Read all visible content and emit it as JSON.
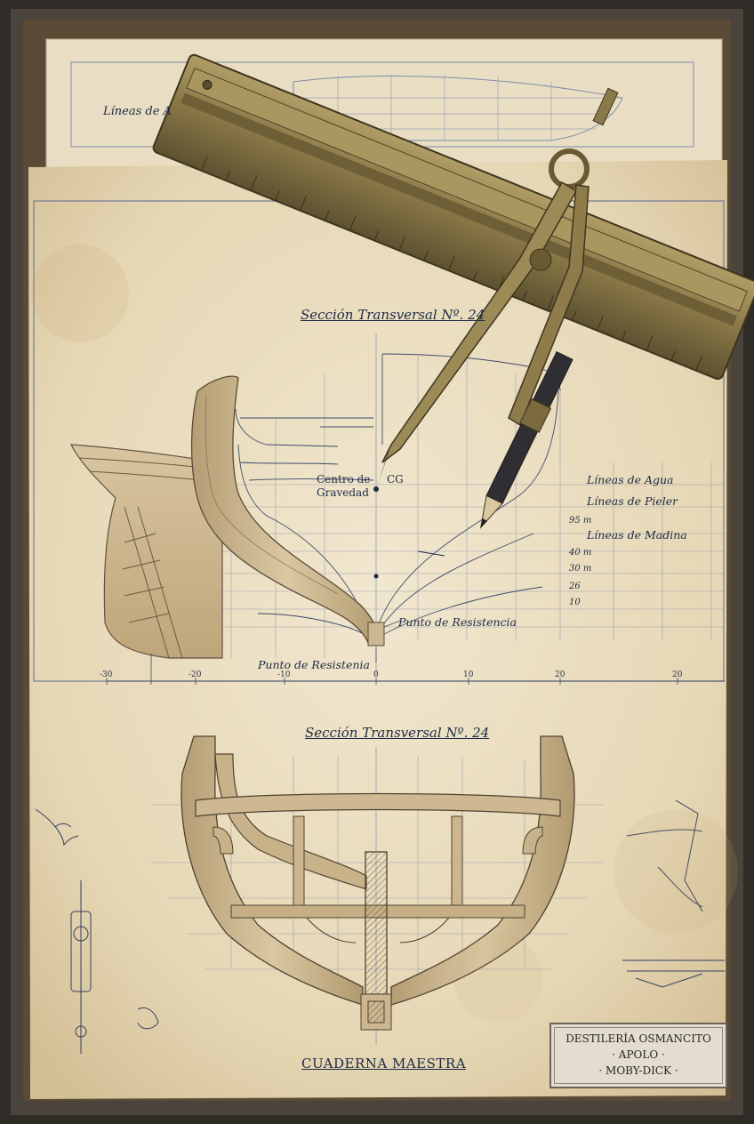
{
  "sheet_title": "Líneas de A",
  "top_section_title": "Sección Transversal Nº. 24",
  "center_of_gravity_label": [
    "Centro de",
    "Gravedad"
  ],
  "center_of_gravity_code": "CG",
  "legend_lines": [
    "Líneas de Agua",
    "Líneas de Pieler",
    "Líneas de Madina"
  ],
  "height_scale": [
    "95 m",
    "40 m",
    "30 m",
    "26",
    "10"
  ],
  "resistance_point_upper": "Punto de Resistencia",
  "resistance_point_lower": "Punto de Resistenia",
  "axis_ticks": [
    "-30",
    "-20",
    "-10",
    "0",
    "10",
    "20",
    "20"
  ],
  "middle_section_title": "Sección Transversal Nº. 24",
  "bottom_caption": "CUADERNA MAESTRA",
  "cartouche": [
    "DESTILERÍA OSMANCITO",
    "· APOLO ·",
    "· MOBY-DICK ·"
  ],
  "colors": {
    "paper": "#ece0c4",
    "ink": "#1d2a45",
    "wood": "#c9b48f",
    "brass": "#8a7a4a",
    "frame": "#2f2c28"
  }
}
